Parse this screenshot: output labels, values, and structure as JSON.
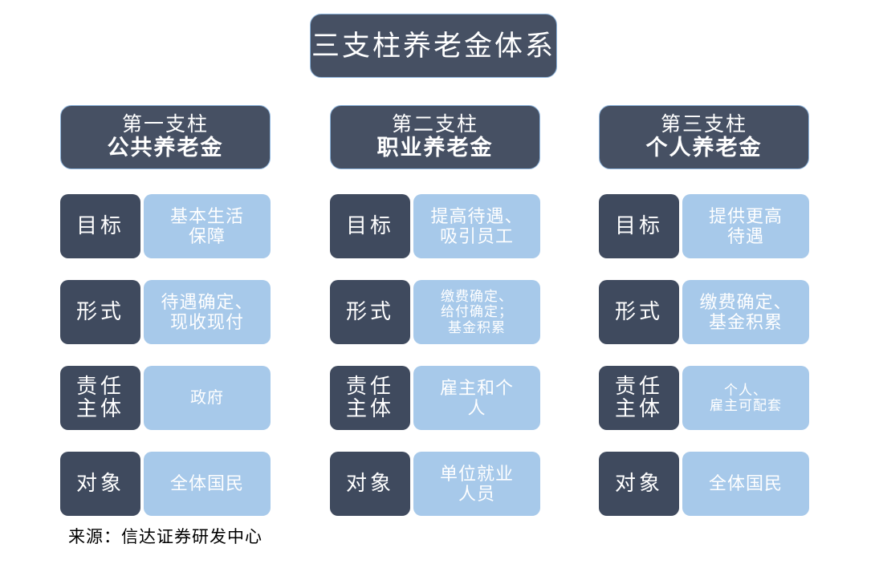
{
  "diagram": {
    "title": "三支柱养老金体系",
    "source_note": "来源：信达证券研发中心",
    "colors": {
      "dark_navy": "#465063",
      "cell_label_navy": "#3F4A5E",
      "light_blue": "#A7C9EA",
      "header_border": "#8FB6DE",
      "text_white": "#FFFFFF",
      "source_text": "#000000",
      "background": "#FFFFFF"
    },
    "row_labels": [
      {
        "key": "objective",
        "lines": [
          "目标"
        ]
      },
      {
        "key": "form",
        "lines": [
          "形式"
        ]
      },
      {
        "key": "responsible-party",
        "lines": [
          "责任",
          "主体"
        ]
      },
      {
        "key": "target-group",
        "lines": [
          "对象"
        ]
      }
    ],
    "columns": [
      {
        "key": "pillar-one",
        "header_line1": "第一支柱",
        "header_line2": "公共养老金",
        "cells": [
          {
            "key": "objective",
            "lines": [
              "基本生活",
              "保障"
            ],
            "size": "lg"
          },
          {
            "key": "form",
            "lines": [
              "待遇确定、",
              "现收现付"
            ],
            "size": "lg"
          },
          {
            "key": "responsible-party",
            "lines": [
              "政府"
            ],
            "size": "md"
          },
          {
            "key": "target-group",
            "lines": [
              "全体国民"
            ],
            "size": "lg"
          }
        ]
      },
      {
        "key": "pillar-two",
        "header_line1": "第二支柱",
        "header_line2": "职业养老金",
        "cells": [
          {
            "key": "objective",
            "lines": [
              "提高待遇、",
              "吸引员工"
            ],
            "size": "lg"
          },
          {
            "key": "form",
            "lines": [
              "缴费确定、",
              "给付确定；",
              "基金积累"
            ],
            "size": "sm"
          },
          {
            "key": "responsible-party",
            "lines": [
              "雇主和个",
              "人"
            ],
            "size": "lg"
          },
          {
            "key": "target-group",
            "lines": [
              "单位就业",
              "人员"
            ],
            "size": "lg"
          }
        ]
      },
      {
        "key": "pillar-three",
        "header_line1": "第三支柱",
        "header_line2": "个人养老金",
        "cells": [
          {
            "key": "objective",
            "lines": [
              "提供更高",
              "待遇"
            ],
            "size": "lg"
          },
          {
            "key": "form",
            "lines": [
              "缴费确定、",
              "基金积累"
            ],
            "size": "lg"
          },
          {
            "key": "responsible-party",
            "lines": [
              "个人、",
              "雇主可配套"
            ],
            "size": "sm"
          },
          {
            "key": "target-group",
            "lines": [
              "全体国民"
            ],
            "size": "lg"
          }
        ]
      }
    ]
  }
}
